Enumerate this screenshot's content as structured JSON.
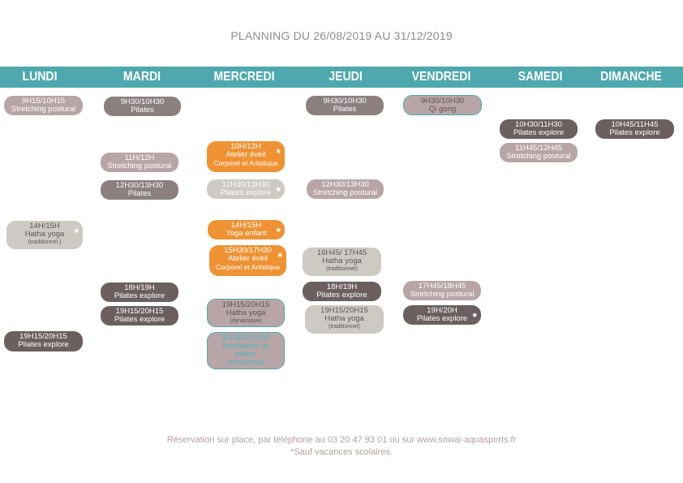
{
  "title": "PLANNING DU 26/08/2019 AU 31/12/2019",
  "days": [
    "LUNDI",
    "MARDI",
    "MERCREDI",
    "JEUDI",
    "VENDREDI",
    "SAMEDI",
    "DIMANCHE"
  ],
  "sessions": [
    {
      "day": "LUNDI",
      "time": "9H15/10H15",
      "name": "Stretching postural",
      "note": "",
      "star": false,
      "style": "light"
    },
    {
      "day": "LUNDI",
      "time": "14H/15H",
      "name": "Hatha yoga",
      "note": "(traditionnel )",
      "star": true,
      "style": "grey"
    },
    {
      "day": "LUNDI",
      "time": "19H15/20H15",
      "name": "Pilates explore",
      "note": "",
      "star": false,
      "style": "dark"
    },
    {
      "day": "MARDI",
      "time": "9H30/10H30",
      "name": "Pilates",
      "note": "",
      "star": false,
      "style": "med"
    },
    {
      "day": "MARDI",
      "time": "11H/12H",
      "name": "Stretching postural",
      "note": "",
      "star": false,
      "style": "light"
    },
    {
      "day": "MARDI",
      "time": "12H30/13H30",
      "name": "Pilates",
      "note": "",
      "star": false,
      "style": "med"
    },
    {
      "day": "MARDI",
      "time": "18H/19H",
      "name": "Pilates explore",
      "note": "",
      "star": false,
      "style": "dark"
    },
    {
      "day": "MARDI",
      "time": "19H15/20H15",
      "name": "Pilates explore",
      "note": "",
      "star": false,
      "style": "dark"
    },
    {
      "day": "MERCREDI",
      "time": "10H/12H",
      "name": "Atelier éveil",
      "note": "Corporel et Artistique",
      "star": true,
      "style": "orange"
    },
    {
      "day": "MERCREDI",
      "time": "12H30/13H30",
      "name": "Pilates explore",
      "note": "",
      "star": true,
      "style": "greyw"
    },
    {
      "day": "MERCREDI",
      "time": "14H/15H",
      "name": "Yoga enfant",
      "note": "",
      "star": true,
      "style": "orange"
    },
    {
      "day": "MERCREDI",
      "time": "15H30/17H30",
      "name": "Atelier éveil",
      "note": "Corporel et Artistique",
      "star": true,
      "style": "orange"
    },
    {
      "day": "MERCREDI",
      "time": "19H15/20H15",
      "name": "Hatha yoga",
      "note": "(dynamique)",
      "star": false,
      "style": "tealb"
    },
    {
      "day": "MERCREDI",
      "time": "20H30/21H30",
      "name": "Méditation de pleine conscience",
      "note": "",
      "star": false,
      "style": "tealt"
    },
    {
      "day": "JEUDI",
      "time": "9H30/10H30",
      "name": "Pilates",
      "note": "",
      "star": false,
      "style": "med"
    },
    {
      "day": "JEUDI",
      "time": "12H30/13H30",
      "name": "Stretching postural",
      "note": "",
      "star": false,
      "style": "light"
    },
    {
      "day": "JEUDI",
      "time": "16H45/ 17H45",
      "name": "Hatha yoga",
      "note": "(traditionnel)",
      "star": false,
      "style": "grey"
    },
    {
      "day": "JEUDI",
      "time": "18H/19H",
      "name": "Pilates explore",
      "note": "",
      "star": false,
      "style": "dark"
    },
    {
      "day": "JEUDI",
      "time": "19H15/20H15",
      "name": "Hatha yoga",
      "note": "(traditionnel)",
      "star": false,
      "style": "grey"
    },
    {
      "day": "VENDREDI",
      "time": "9H30/10H30",
      "name": "Qi gong",
      "note": "",
      "star": false,
      "style": "tealb"
    },
    {
      "day": "VENDREDI",
      "time": "17H45/18H45",
      "name": "Stretching postural",
      "note": "",
      "star": false,
      "style": "light"
    },
    {
      "day": "VENDREDI",
      "time": "19H/20H",
      "name": "Pilates explore",
      "note": "",
      "star": true,
      "style": "dark"
    },
    {
      "day": "SAMEDI",
      "time": "10H30/11H30",
      "name": "Pilates explore",
      "note": "",
      "star": false,
      "style": "dark"
    },
    {
      "day": "SAMEDI",
      "time": "11H45/12H45",
      "name": "Stretching postural",
      "note": "",
      "star": false,
      "style": "light"
    },
    {
      "day": "DIMANCHE",
      "time": "10H45/11H45",
      "name": "Pilates explore",
      "note": "",
      "star": false,
      "style": "dark"
    }
  ],
  "star_symbol": "*",
  "footer": {
    "line1": "Réservation sur place, par téléphone au 03 20 47 93 01 ou sur www.sowai-aquasports.fr",
    "line2": "*Sauf vacances scolaires."
  }
}
